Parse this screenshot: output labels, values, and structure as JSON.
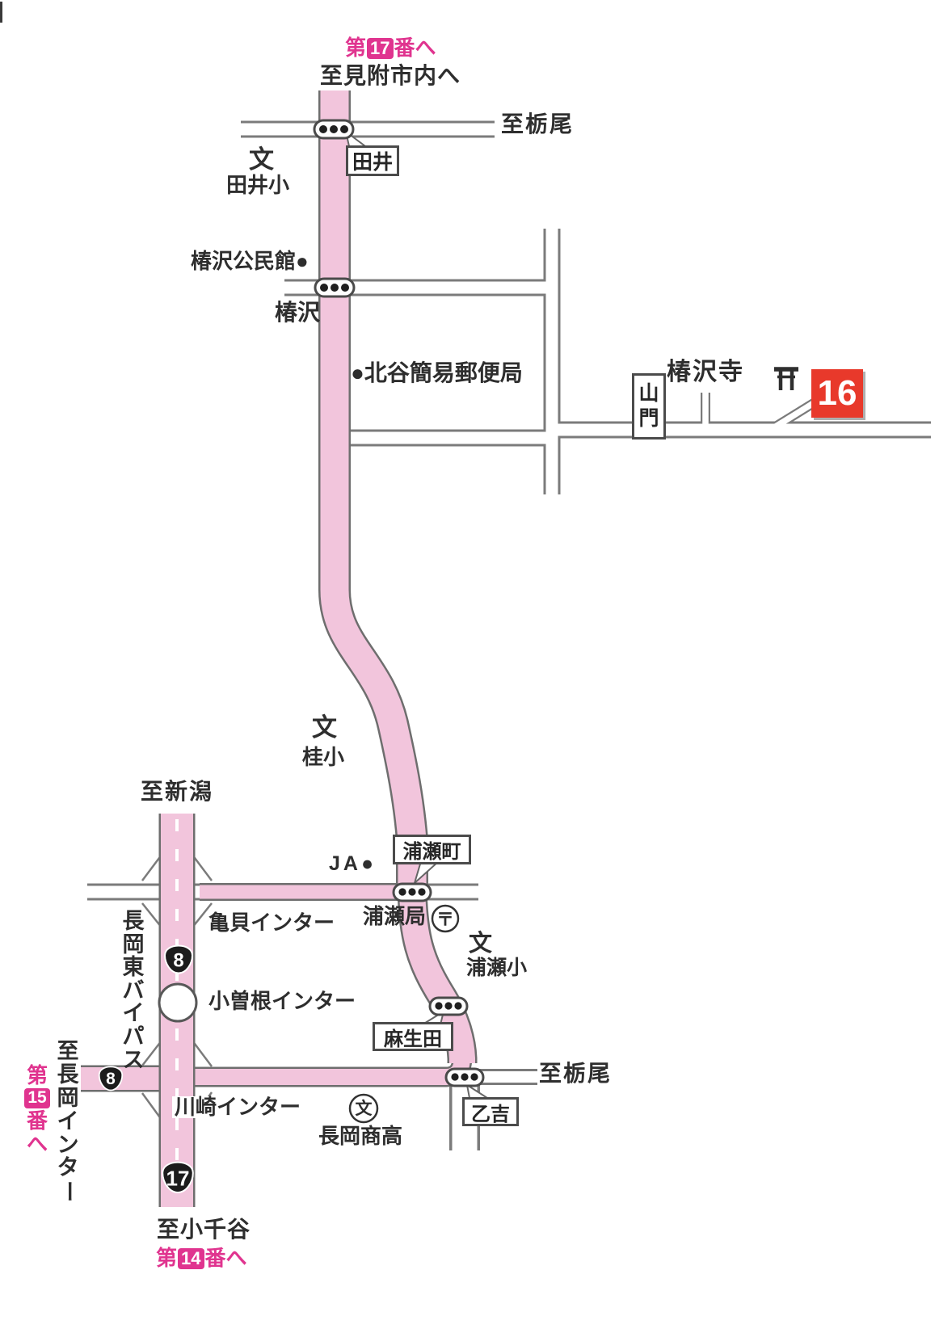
{
  "colors": {
    "route_pink": "#f2c5dc",
    "magenta": "#e0348f",
    "red_badge": "#e8392b",
    "road_casing": "#7b7b7b",
    "ink": "#2e2e2e"
  },
  "header": {
    "to_temple17_prefix": "第",
    "to_temple17_number": "17",
    "to_temple17_suffix": "番へ",
    "to_mitsuke": "至見附市内へ"
  },
  "destinations": {
    "to_tochio_top": "至栃尾",
    "to_niigata": "至新潟",
    "to_tochio_bottom": "至栃尾",
    "to_ojiya": "至小千谷",
    "to_nagaoka_ic": "至長岡インター"
  },
  "intersections": {
    "tai": "田井",
    "tsubakizawa": "椿沢",
    "urasemachi": "浦瀬町",
    "asoda": "麻生田",
    "otoyoshi": "乙吉",
    "sanmon": "山門"
  },
  "places": {
    "school_mark": "文",
    "tai_school": "田井小",
    "community_center": "椿沢公民館●",
    "kitadani_post_office": "●北谷簡易郵便局",
    "temple_name": "椿沢寺",
    "temple_number": "16",
    "katsura_school": "桂小",
    "ja_label": "JA●",
    "kamegai_ic": "亀貝インター",
    "urase_post_office": "浦瀬局",
    "postal_mark": "〒",
    "urase_school": "浦瀬小",
    "bypass_name": "長岡東バイパス",
    "kozone_ic": "小曽根インター",
    "kawasaki_ic": "川崎インター",
    "nagaoka_shoko": "長岡商高"
  },
  "routes": {
    "route8": "8",
    "route17": "17"
  },
  "footer": {
    "to_temple15_prefix": "第",
    "to_temple15_number": "15",
    "to_temple15_ban": "番",
    "to_temple15_he": "へ",
    "to_temple14_prefix": "第",
    "to_temple14_number": "14",
    "to_temple14_suffix": "番へ"
  }
}
